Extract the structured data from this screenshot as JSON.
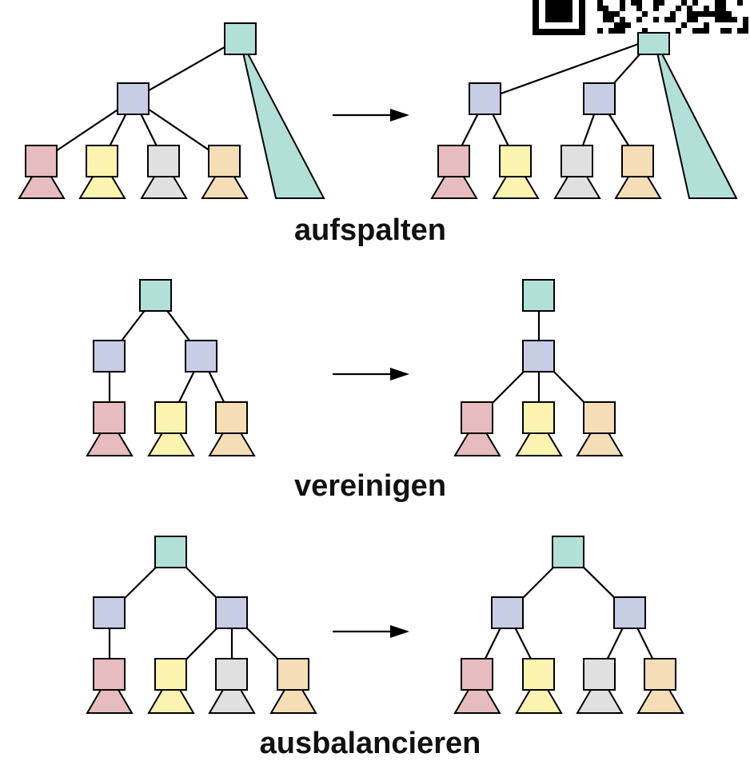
{
  "colors": {
    "root": "#b2e0d9",
    "inner": "#c8cde6",
    "pink": "#e6bcbf",
    "yellow": "#fbf4b0",
    "gray": "#e0e0e0",
    "orange": "#f5ddb7"
  },
  "panels": [
    {
      "caption": "aufspalten"
    },
    {
      "caption": "vereinigen"
    },
    {
      "caption": "ausbalancieren"
    }
  ]
}
